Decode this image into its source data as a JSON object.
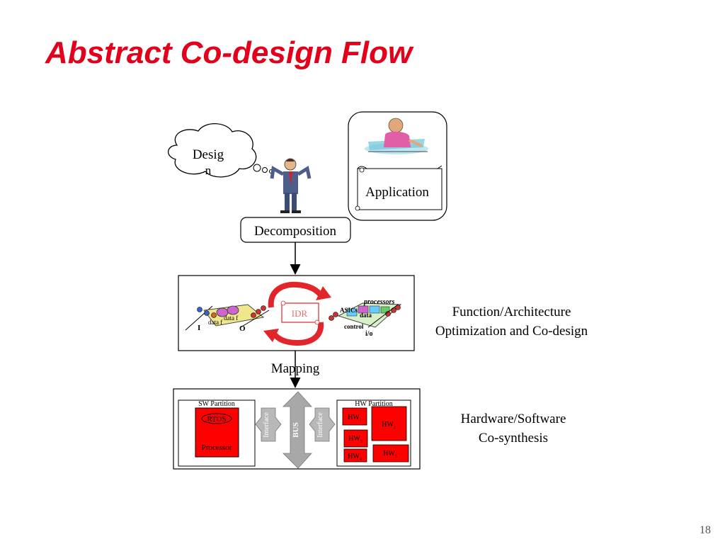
{
  "slide": {
    "title": "Abstract Co-design Flow",
    "page_number": "18"
  },
  "flow": {
    "thought_line1": "Desig",
    "thought_line2": "n",
    "application_label": "Application",
    "decomposition_label": "Decomposition",
    "idr_label": "IDR",
    "mapping_label": "Mapping",
    "function_arch_line1": "Function/Architecture",
    "function_arch_line2": "Optimization and Co-design",
    "hw_sw_line1": "Hardware/Software",
    "hw_sw_line2": "Co-synthesis"
  },
  "function_model": {
    "in_label": "I",
    "out_label": "O",
    "data_label1": "data f",
    "data_label2": "data f"
  },
  "arch_model": {
    "processors": "processors",
    "asics": "ASICs",
    "data": "data",
    "control": "control",
    "io": "i/o"
  },
  "partition": {
    "sw_partition": "SW Partition",
    "hw_partition": "HW Partition",
    "rtos": "RTOS",
    "processor": "Processor",
    "interface_left": "Interface",
    "interface_right": "Interface",
    "bus": "BUS",
    "hw_blocks": [
      {
        "name": "HW",
        "sub": "1"
      },
      {
        "name": "HW",
        "sub": "2"
      },
      {
        "name": "HW",
        "sub": "3"
      },
      {
        "name": "HW",
        "sub": "4"
      },
      {
        "name": "HW",
        "sub": "5"
      }
    ]
  },
  "colors": {
    "title": "#e3001b",
    "red_block": "#ff0000",
    "cycle_arrow": "#e0252b",
    "bus_gray": "#a8a8a8"
  }
}
